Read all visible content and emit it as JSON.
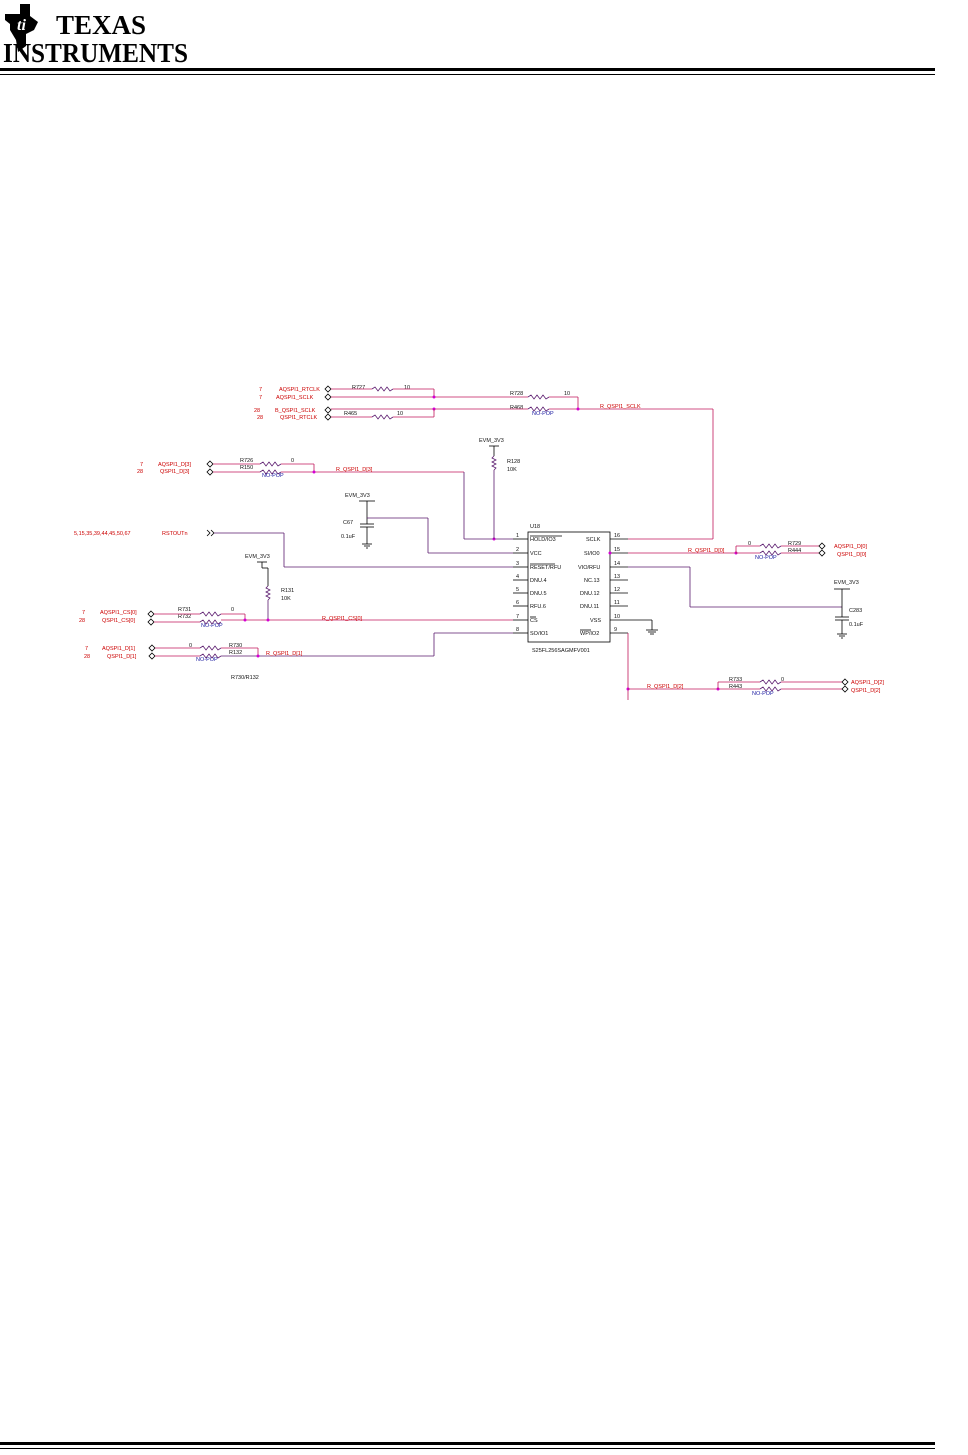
{
  "header": {
    "company_line1": "TEXAS",
    "company_line2": "INSTRUMENTS"
  },
  "schematic": {
    "ic": {
      "refdes": "U18",
      "part": "S25FL256SAGMFV001",
      "left_pins": [
        {
          "num": "1",
          "name": "HOLD/IO3"
        },
        {
          "num": "2",
          "name": "VCC"
        },
        {
          "num": "3",
          "name": "RESET/RFU"
        },
        {
          "num": "4",
          "name": "DNU.4"
        },
        {
          "num": "5",
          "name": "DNU.5"
        },
        {
          "num": "6",
          "name": "RFU.6"
        },
        {
          "num": "7",
          "name": "CS"
        },
        {
          "num": "8",
          "name": "SO/IO1"
        }
      ],
      "right_pins": [
        {
          "num": "16",
          "name": "SCLK"
        },
        {
          "num": "15",
          "name": "SI/IO0"
        },
        {
          "num": "14",
          "name": "VIO/RFU"
        },
        {
          "num": "13",
          "name": "NC.13"
        },
        {
          "num": "12",
          "name": "DNU.12"
        },
        {
          "num": "11",
          "name": "DNU.11"
        },
        {
          "num": "10",
          "name": "VSS"
        },
        {
          "num": "9",
          "name": "WP/IO2"
        }
      ]
    },
    "connectors": {
      "aqspi_rtclk": {
        "page": "7",
        "net": "AQSPI1_RTCLK"
      },
      "aqspi_sclk": {
        "page": "7",
        "net": "AQSPI1_SCLK"
      },
      "b_qspi_sclk": {
        "page": "28",
        "net": "B_QSPI1_SCLK"
      },
      "qspi_rtclk": {
        "page": "28",
        "net": "QSPI1_RTCLK"
      },
      "aqspi_d3": {
        "page": "7",
        "net": "AQSPI1_D[3]"
      },
      "qspi_d3": {
        "page": "28",
        "net": "QSPI1_D[3]"
      },
      "rstoutn": {
        "page": "5,15,35,39,44,45,50,67",
        "net": "RSTOUTn"
      },
      "aqspi_cs0": {
        "page": "7",
        "net": "AQSPI1_CS[0]"
      },
      "qspi_cs0": {
        "page": "28",
        "net": "QSPI1_CS[0]"
      },
      "aqspi_d1": {
        "page": "7",
        "net": "AQSPI1_D[1]"
      },
      "qspi_d1": {
        "page": "28",
        "net": "QSPI1_D[1]"
      },
      "aqspi_d0": {
        "net": "AQSPI1_D[0]"
      },
      "qspi_d0": {
        "net": "QSPI1_D[0]"
      },
      "aqspi_d2": {
        "net": "AQSPI1_D[2]"
      },
      "qspi_d2": {
        "net": "QSPI1_D[2]"
      }
    },
    "resistors": {
      "r727": {
        "ref": "R727",
        "val": "10"
      },
      "r728": {
        "ref": "R728",
        "val": "10"
      },
      "r468": {
        "ref": "R468",
        "val": "NO-POP"
      },
      "r465": {
        "ref": "R465",
        "val": "10"
      },
      "r726": {
        "ref": "R726",
        "val": "0"
      },
      "r150": {
        "ref": "R150",
        "val": "NO-POP"
      },
      "r128": {
        "ref": "R128",
        "val": "10K"
      },
      "r131": {
        "ref": "R131",
        "val": "10K"
      },
      "r731": {
        "ref": "R731",
        "val": "0"
      },
      "r732": {
        "ref": "R732",
        "val": "NO-POP"
      },
      "r730": {
        "ref": "R730",
        "val": "0"
      },
      "r132": {
        "ref": "R132",
        "val": "NO-POP"
      },
      "r729": {
        "ref": "R729",
        "val": "0"
      },
      "r444": {
        "ref": "R444",
        "val": "NO-POP"
      },
      "r733": {
        "ref": "R733",
        "val": "0"
      },
      "r443": {
        "ref": "R443",
        "val": "NO-POP"
      }
    },
    "capacitors": {
      "c67": {
        "ref": "C67",
        "val": "0.1uF"
      },
      "c283": {
        "ref": "C283",
        "val": "0.1uF"
      }
    },
    "power": {
      "evm3v3": "EVM_3V3"
    },
    "nets": {
      "r_sclk": "R_QSPI1_SCLK",
      "r_d3": "R_QSPI1_D[3]",
      "r_cs0": "R_QSPI1_CS[0]",
      "r_d1": "R_QSPI1_D[1]",
      "r_d0": "R_QSPI1_D[0]",
      "r_d2": "R_QSPI1_D[2]"
    },
    "note": "R730/R132"
  }
}
